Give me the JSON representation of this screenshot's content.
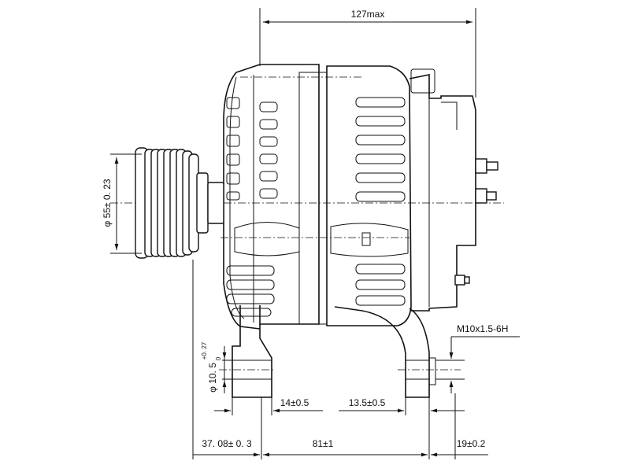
{
  "dimensions": {
    "overall_length": "127max",
    "pulley_diameter": "φ 55± 0. 23",
    "mount_hole_dia_base": "φ 10. 5",
    "mount_hole_tol_upper": "+0. 27",
    "mount_hole_tol_lower": "0",
    "thread_spec": "M10x1.5-6H",
    "ear_width_front": "14±0.5",
    "ear_width_rear": "13.5±0.5",
    "pulley_offset": "37. 08± 0. 3",
    "mount_spacing": "81±1",
    "rear_offset": "19±0.2"
  }
}
